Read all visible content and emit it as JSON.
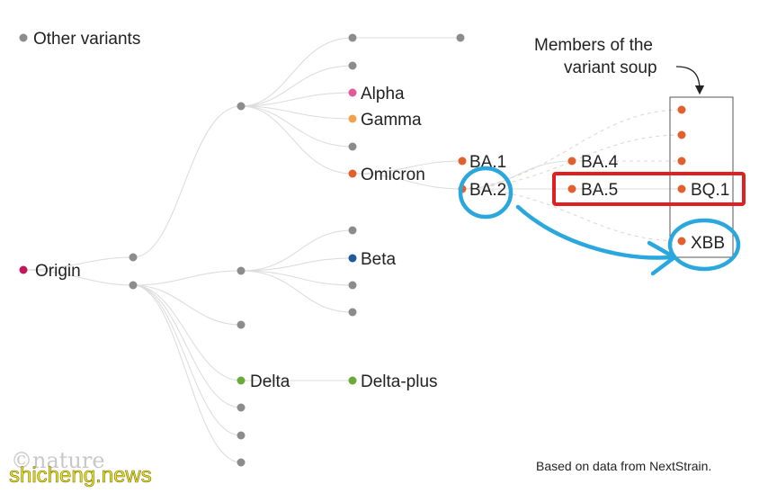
{
  "colors": {
    "grey": "#8c8c8c",
    "origin": "#c2185b",
    "alpha": "#e05b9a",
    "gamma": "#f0a24a",
    "omicron": "#e0602e",
    "beta": "#1f5a9a",
    "delta": "#6aaa3a",
    "highlight_red": "#e02020",
    "highlight_blue": "#2aa7dd",
    "watermark": "#f2ea1b"
  },
  "legend": {
    "other_label": "Other variants"
  },
  "nodes": {
    "origin": "Origin",
    "alpha": "Alpha",
    "gamma": "Gamma",
    "omicron": "Omicron",
    "beta": "Beta",
    "delta": "Delta",
    "delta_plus": "Delta-plus",
    "ba1": "BA.1",
    "ba2": "BA.2",
    "ba4": "BA.4",
    "ba5": "BA.5",
    "bq1": "BQ.1",
    "xbb": "XBB"
  },
  "annotation": {
    "soup_line1": "Members of the",
    "soup_line2": "variant soup"
  },
  "source": "Based on data from NextStrain.",
  "logo": "©nature",
  "watermark": "shicheng.news"
}
